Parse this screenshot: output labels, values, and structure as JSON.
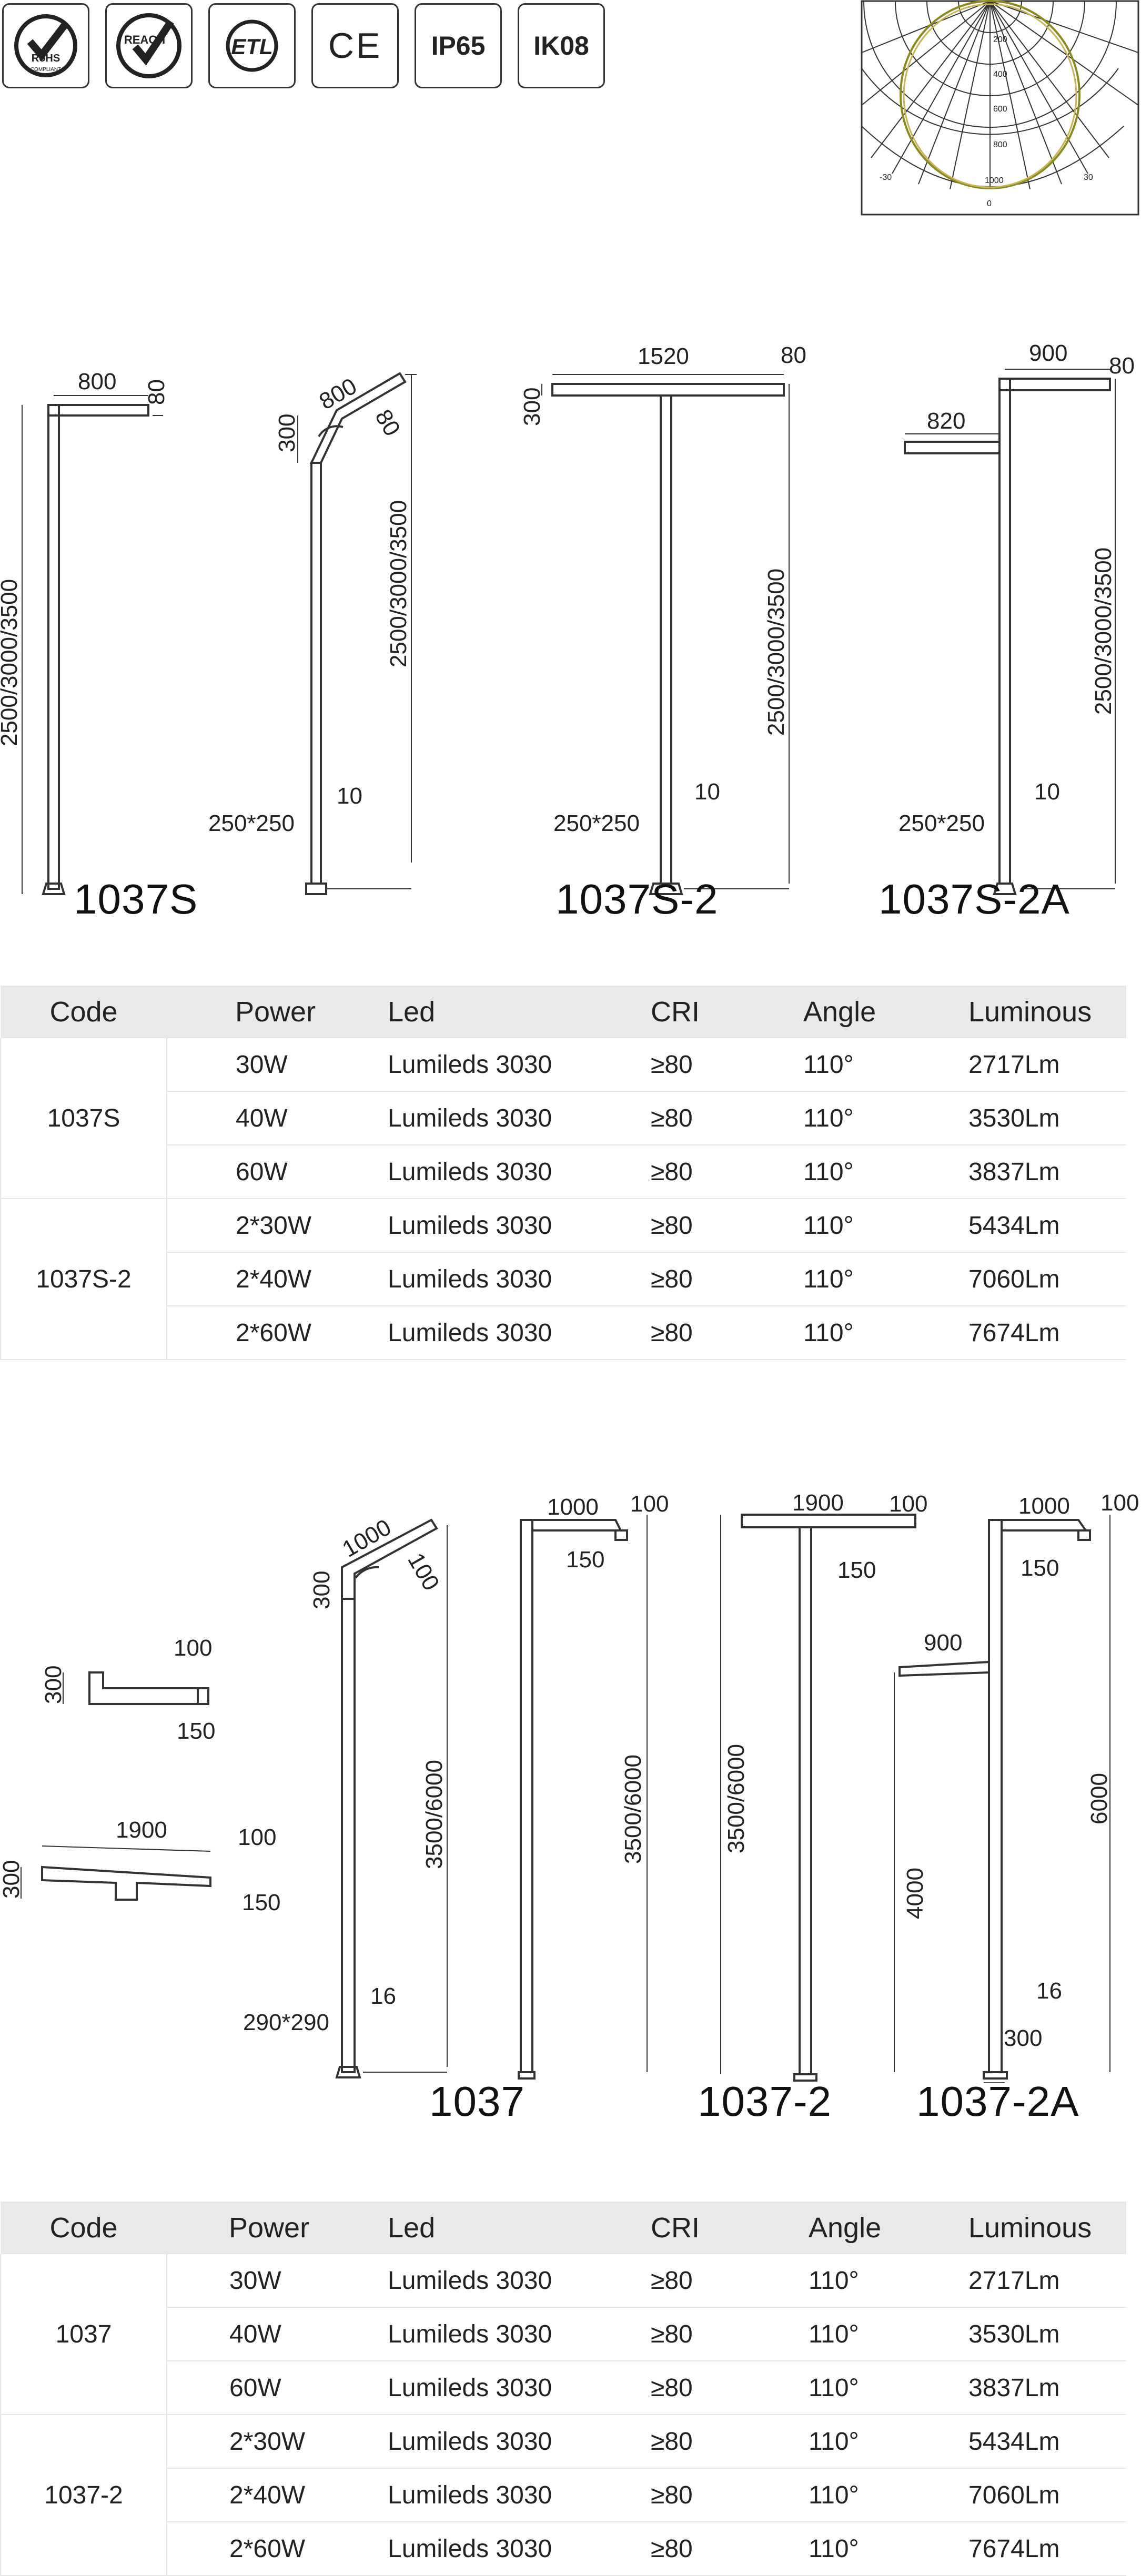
{
  "badges": {
    "rohs": "RoHS",
    "rohs_sub": "COMPLIANT",
    "reach": "REACH",
    "etl": "ETL",
    "ce": "CE",
    "ip": "IP65",
    "ik": "IK08"
  },
  "polar": {
    "rings": [
      "200",
      "400",
      "600",
      "800",
      "1000"
    ],
    "angles": [
      "-30",
      "30",
      "0"
    ]
  },
  "section1": {
    "dims": {
      "a_top": "800",
      "a_t": "80",
      "a_h": "2500/3000/3500",
      "b_top": "800",
      "b_t": "80",
      "b_side": "300",
      "b_h": "2500/3000/3500",
      "b_base": "250*250",
      "b_plate": "10",
      "c_top": "1520",
      "c_t": "80",
      "c_side": "300",
      "c_h": "2500/3000/3500",
      "c_base": "250*250",
      "c_plate": "10",
      "d_top": "900",
      "d_t": "80",
      "d_arm": "820",
      "d_h": "2500/3000/3500",
      "d_base": "250*250",
      "d_plate": "10"
    },
    "labels": [
      "1037S",
      "1037S-2",
      "1037S-2A"
    ]
  },
  "table1": {
    "headers": [
      "Code",
      "Power",
      "Led",
      "CRI",
      "Angle",
      "Luminous"
    ],
    "groups": [
      {
        "code": "1037S",
        "rows": [
          [
            "30W",
            "Lumileds 3030",
            "≥80",
            "110°",
            "2717Lm"
          ],
          [
            "40W",
            "Lumileds 3030",
            "≥80",
            "110°",
            "3530Lm"
          ],
          [
            "60W",
            "Lumileds 3030",
            "≥80",
            "110°",
            "3837Lm"
          ]
        ]
      },
      {
        "code": "1037S-2",
        "rows": [
          [
            "2*30W",
            "Lumileds 3030",
            "≥80",
            "110°",
            "5434Lm"
          ],
          [
            "2*40W",
            "Lumileds 3030",
            "≥80",
            "110°",
            "7060Lm"
          ],
          [
            "2*60W",
            "Lumileds 3030",
            "≥80",
            "110°",
            "7674Lm"
          ]
        ]
      }
    ]
  },
  "section2": {
    "dims": {
      "s_w": "100",
      "s_side": "300",
      "s_d": "150",
      "l_top": "1900",
      "l_w": "100",
      "l_side": "300",
      "l_d": "150",
      "a_top": "1000",
      "a_t": "100",
      "a_side": "300",
      "a_h": "3500/6000",
      "a_base": "290*290",
      "a_plate": "16",
      "b_top": "1000",
      "b_w": "100",
      "b_d": "150",
      "b_h": "3500/6000",
      "c_top": "1900",
      "c_w": "100",
      "c_d": "150",
      "c_h": "3500/6000",
      "d_top": "1000",
      "d_w": "100",
      "d_d": "150",
      "d_arm": "900",
      "d_h1": "4000",
      "d_h2": "6000",
      "d_plate": "16",
      "d_base": "300"
    },
    "labels": [
      "1037",
      "1037-2",
      "1037-2A"
    ]
  },
  "table2": {
    "headers": [
      "Code",
      "Power",
      "Led",
      "CRI",
      "Angle",
      "Luminous"
    ],
    "groups": [
      {
        "code": "1037",
        "rows": [
          [
            "30W",
            "Lumileds 3030",
            "≥80",
            "110°",
            "2717Lm"
          ],
          [
            "40W",
            "Lumileds 3030",
            "≥80",
            "110°",
            "3530Lm"
          ],
          [
            "60W",
            "Lumileds 3030",
            "≥80",
            "110°",
            "3837Lm"
          ]
        ]
      },
      {
        "code": "1037-2",
        "rows": [
          [
            "2*30W",
            "Lumileds 3030",
            "≥80",
            "110°",
            "5434Lm"
          ],
          [
            "2*40W",
            "Lumileds 3030",
            "≥80",
            "110°",
            "7060Lm"
          ],
          [
            "2*60W",
            "Lumileds 3030",
            "≥80",
            "110°",
            "7674Lm"
          ]
        ]
      }
    ]
  }
}
